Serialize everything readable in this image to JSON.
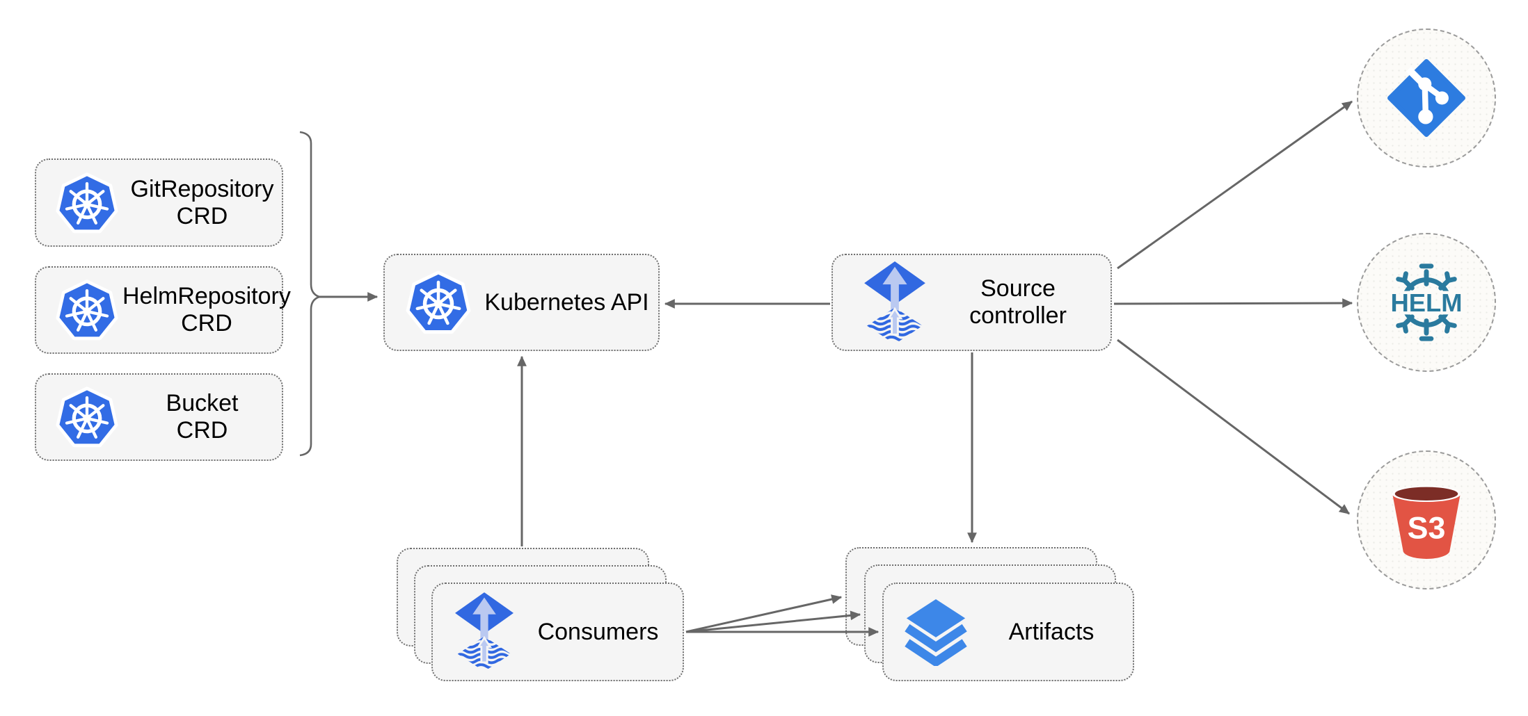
{
  "canvas": {
    "background": "#ffffff"
  },
  "colors": {
    "node_fill": "#f5f5f5",
    "node_border": "#6e6e6e",
    "edge": "#666666",
    "kubernetes_blue": "#326CE5",
    "flux_blue": "#3168e1",
    "flux_arrow_light": "#bac9f1",
    "git_blue": "#2d7ce0",
    "helm_teal": "#2a7a9e",
    "s3_red": "#e25444",
    "s3_dark": "#7c2d26",
    "layers_blue": "#3d87e8"
  },
  "crd_group": {
    "items": [
      {
        "id": "git-repository-crd",
        "icon": "kubernetes-icon",
        "label": "GitRepository\nCRD"
      },
      {
        "id": "helm-repository-crd",
        "icon": "kubernetes-icon",
        "label": "HelmRepository\nCRD"
      },
      {
        "id": "bucket-crd",
        "icon": "kubernetes-icon",
        "label": "Bucket\nCRD"
      }
    ]
  },
  "nodes": {
    "kubernetes_api": {
      "icon": "kubernetes-icon",
      "label": "Kubernetes API"
    },
    "source_controller": {
      "icon": "flux-icon",
      "label": "Source\ncontroller"
    },
    "consumers": {
      "icon": "flux-icon",
      "label": "Consumers",
      "stacked": 3
    },
    "artifacts": {
      "icon": "layers-icon",
      "label": "Artifacts",
      "stacked": 3
    }
  },
  "external_targets": {
    "git": {
      "icon": "git-icon"
    },
    "helm": {
      "icon": "helm-icon",
      "logo_text": "HELM"
    },
    "s3": {
      "icon": "s3-bucket-icon",
      "logo_text": "S3"
    }
  },
  "edges": [
    {
      "from": "crd-group-bracket",
      "to": "kubernetes-api",
      "arrow": true
    },
    {
      "from": "source-controller",
      "to": "kubernetes-api",
      "arrow": true
    },
    {
      "from": "consumers",
      "to": "kubernetes-api",
      "arrow": true
    },
    {
      "from": "source-controller",
      "to": "artifacts",
      "arrow": true
    },
    {
      "from": "source-controller",
      "to": "git",
      "arrow": true
    },
    {
      "from": "source-controller",
      "to": "helm",
      "arrow": true
    },
    {
      "from": "source-controller",
      "to": "s3",
      "arrow": true
    },
    {
      "from": "consumers",
      "to": "artifacts",
      "arrow": true,
      "count": 3
    }
  ]
}
